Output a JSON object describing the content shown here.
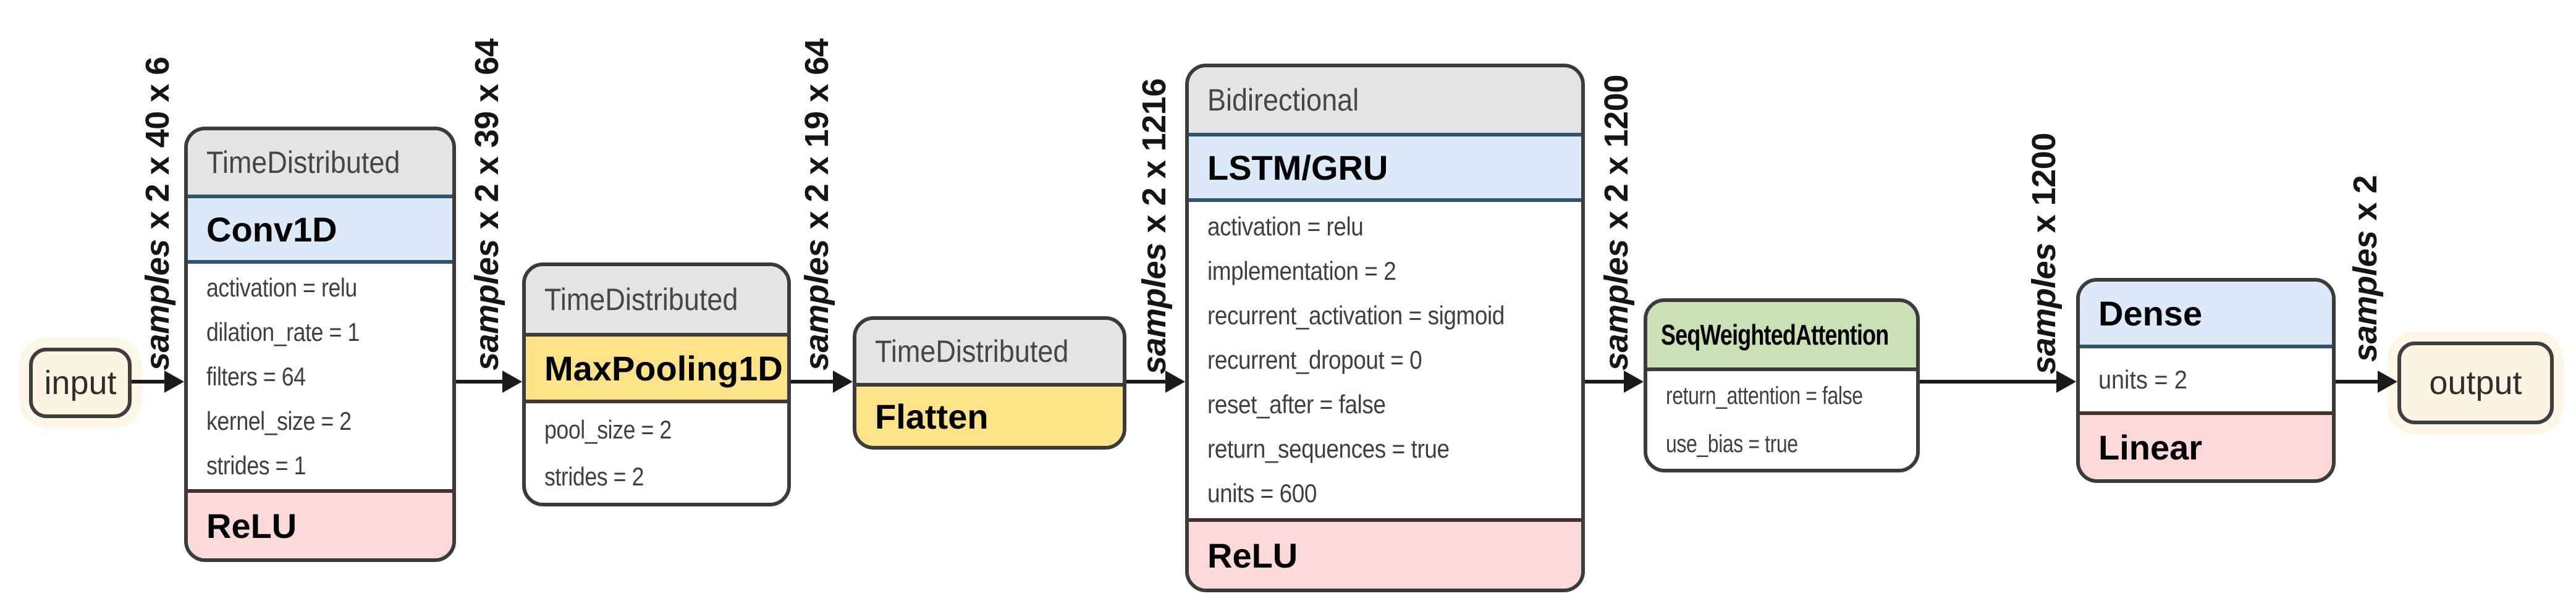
{
  "diagram": {
    "input_label": "input",
    "output_label": "output",
    "dim_labels": [
      {
        "word": "samples",
        "dims": "x 2 x 40 x 6"
      },
      {
        "word": "samples",
        "dims": "x 2 x 39 x 64"
      },
      {
        "word": "samples",
        "dims": "x 2 x 19 x 64"
      },
      {
        "word": "samples",
        "dims": "x 2 x 1216"
      },
      {
        "word": "samples",
        "dims": "x 2 x 1200"
      },
      {
        "word": "samples",
        "dims": "x 1200"
      },
      {
        "word": "samples",
        "dims": "x 2"
      }
    ],
    "blocks": [
      {
        "wrapper": "TimeDistributed",
        "title": "Conv1D",
        "params": [
          "activation = relu",
          "dilation_rate = 1",
          "filters = 64",
          "kernel_size = 2",
          "strides = 1"
        ],
        "activation": "ReLU"
      },
      {
        "wrapper": "TimeDistributed",
        "title": "MaxPooling1D",
        "params": [
          "pool_size = 2",
          "strides = 2"
        ]
      },
      {
        "wrapper": "TimeDistributed",
        "title": "Flatten"
      },
      {
        "wrapper": "Bidirectional",
        "title": "LSTM/GRU",
        "params": [
          "activation = relu",
          "implementation = 2",
          "recurrent_activation = sigmoid",
          "recurrent_dropout = 0",
          "reset_after = false",
          "return_sequences = true",
          "units = 600"
        ],
        "activation": "ReLU"
      },
      {
        "title": "SeqWeightedAttention",
        "params": [
          "return_attention = false",
          "use_bias = true"
        ]
      },
      {
        "title": "Dense",
        "params": [
          "units = 2"
        ],
        "activation": "Linear"
      }
    ],
    "colors": {
      "wrapper_header_gray": "#e5e4e4",
      "layer_blue": "#dbe9f8",
      "layer_yellow": "#fce288",
      "layer_green": "#c9e1b5",
      "activation_pink": "#fbd9d8",
      "terminal_cream": "#fdf5e3",
      "border_dark": "#3b3b3b",
      "border_navy": "#30536e",
      "arrow_black": "#1a1a1a"
    }
  }
}
